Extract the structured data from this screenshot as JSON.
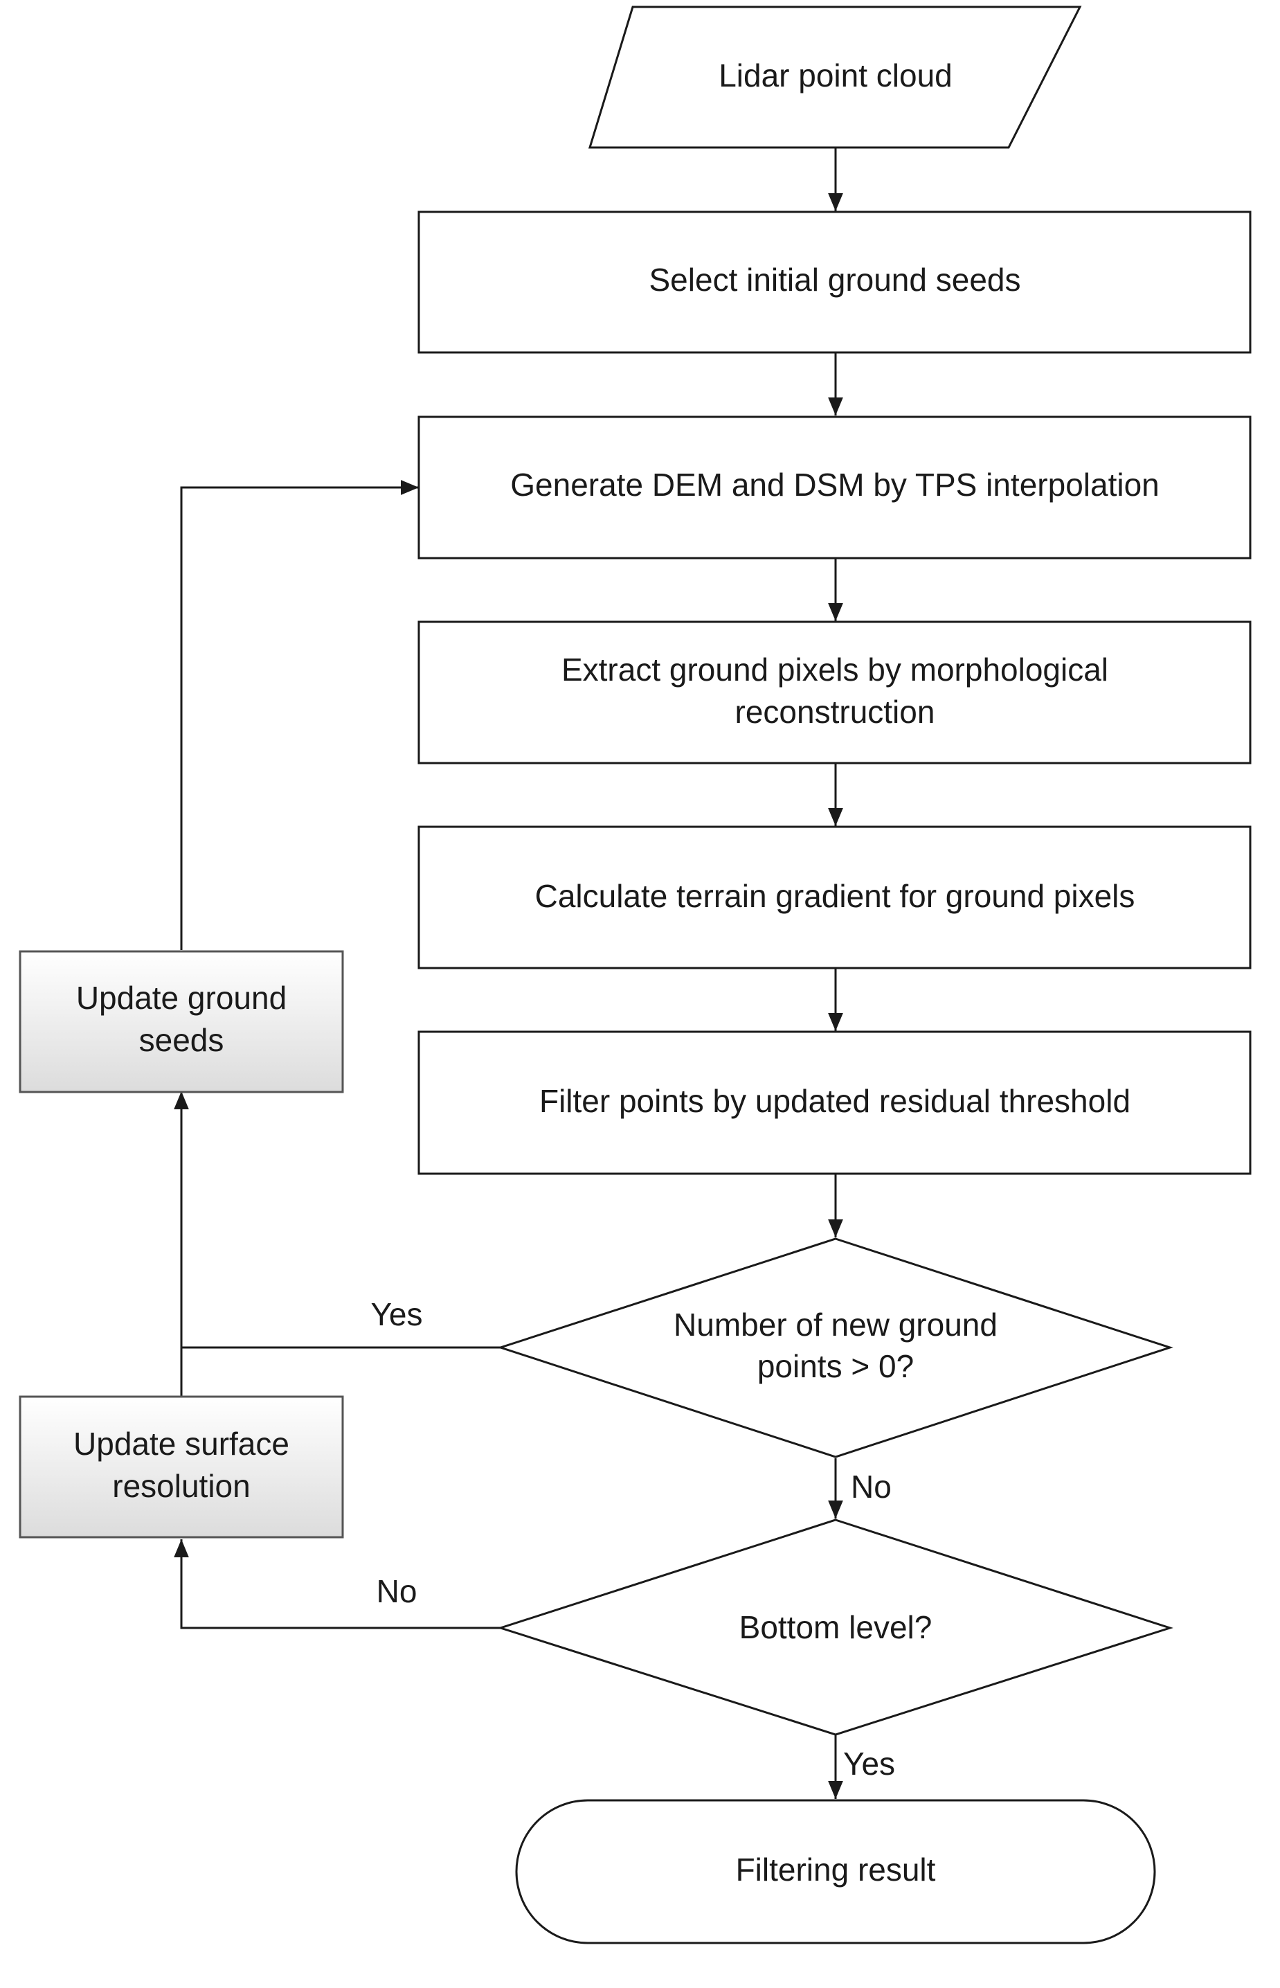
{
  "nodes": {
    "input": "Lidar point cloud",
    "seeds": "Select initial ground seeds",
    "generate": "Generate DEM and DSM by TPS interpolation",
    "extract_1": "Extract ground pixels by morphological",
    "extract_2": "reconstruction",
    "gradient": "Calculate terrain gradient for ground pixels",
    "filter": "Filter points by updated residual threshold",
    "decision1_1": "Number of new ground",
    "decision1_2": "points > 0?",
    "decision2": "Bottom level?",
    "update_seeds_1": "Update ground",
    "update_seeds_2": "seeds",
    "update_res_1": "Update surface",
    "update_res_2": "resolution",
    "result": "Filtering result"
  },
  "edge_labels": {
    "d1_yes": "Yes",
    "d1_no": "No",
    "d2_no": "No",
    "d2_yes": "Yes"
  },
  "colors": {
    "stroke": "#1a1a1a",
    "side_box_fill_top": "#ffffff",
    "side_box_fill_bottom": "#dcdcdc"
  }
}
